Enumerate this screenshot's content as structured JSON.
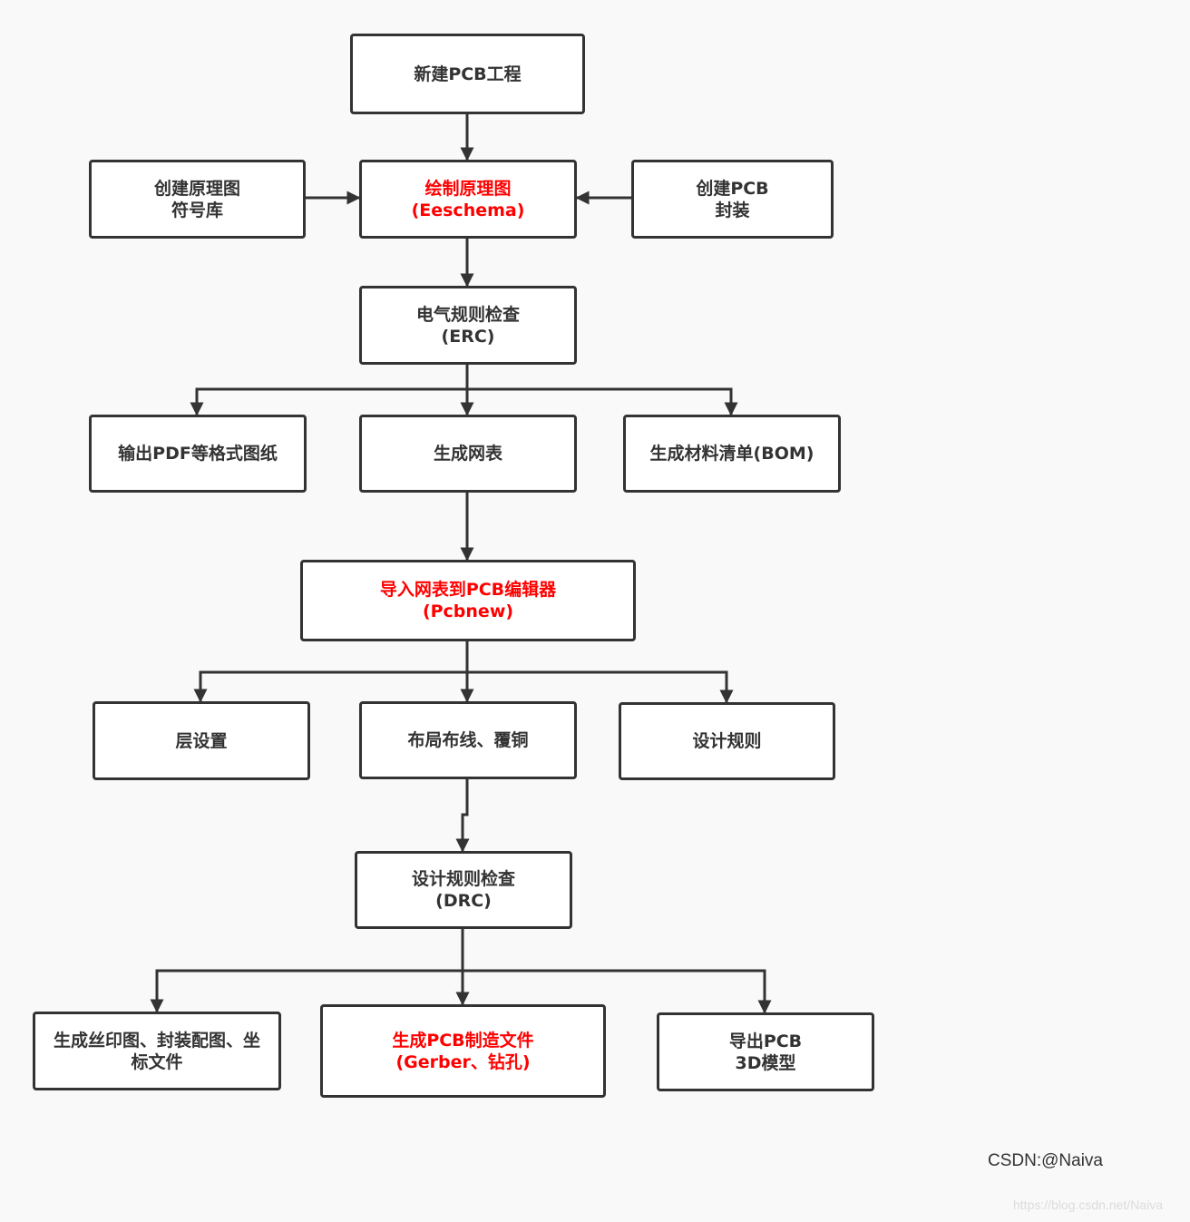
{
  "accent_color": "#ff0000",
  "text_color": "#333333",
  "nodes": {
    "new_project": {
      "line1": "新建PCB工程"
    },
    "sym_lib": {
      "line1": "创建原理图",
      "line2": "符号库"
    },
    "schematic": {
      "line1": "绘制原理图",
      "line2": "(Eeschema)"
    },
    "footprint": {
      "line1": "创建PCB",
      "line2": "封装"
    },
    "erc": {
      "line1": "电气规则检查",
      "line2": "(ERC)"
    },
    "pdf": {
      "line1": "输出PDF等格式图纸"
    },
    "netlist": {
      "line1": "生成网表"
    },
    "bom": {
      "line1": "生成材料清单(BOM)"
    },
    "pcbnew": {
      "line1": "导入网表到PCB编辑器",
      "line2": "(Pcbnew)"
    },
    "layers": {
      "line1": "层设置"
    },
    "routing": {
      "line1": "布局布线、覆铜"
    },
    "rules": {
      "line1": "设计规则"
    },
    "drc": {
      "line1": "设计规则检查",
      "line2": "(DRC)"
    },
    "silk": {
      "line1": "生成丝印图、封装配图、坐",
      "line2": "标文件"
    },
    "gerber": {
      "line1": "生成PCB制造文件",
      "line2": "(Gerber、钻孔)"
    },
    "model3d": {
      "line1": "导出PCB",
      "line2": "3D模型"
    }
  },
  "watermark": {
    "author": "CSDN:@Naiva",
    "url": "https://blog.csdn.net/Naiva"
  }
}
